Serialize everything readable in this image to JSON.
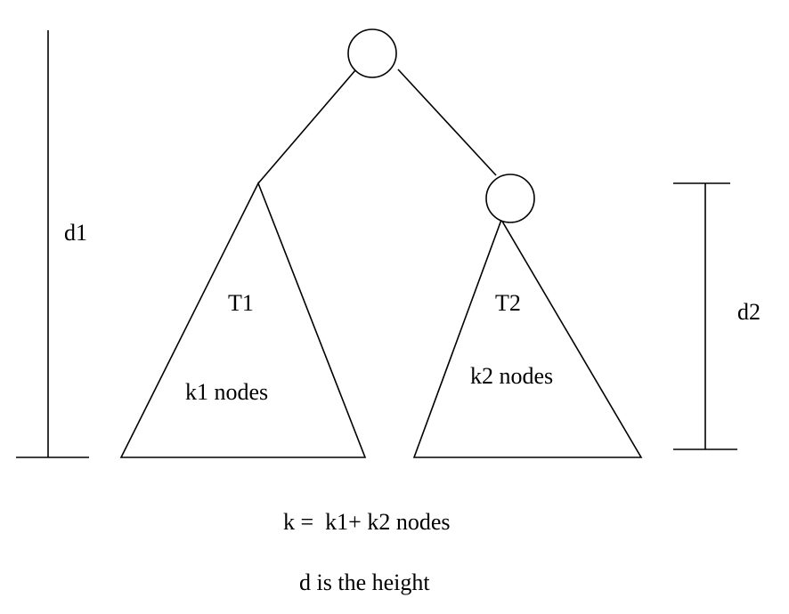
{
  "labels": {
    "d1": "d1",
    "d2": "d2",
    "t1": "T1",
    "t2": "T2",
    "k1_nodes": "k1 nodes",
    "k2_nodes": "k2 nodes"
  },
  "captions": {
    "equation": "k =  k1+ k2 nodes",
    "height_note": "d is the height"
  },
  "colors": {
    "stroke": "#000000",
    "background": "#ffffff"
  }
}
